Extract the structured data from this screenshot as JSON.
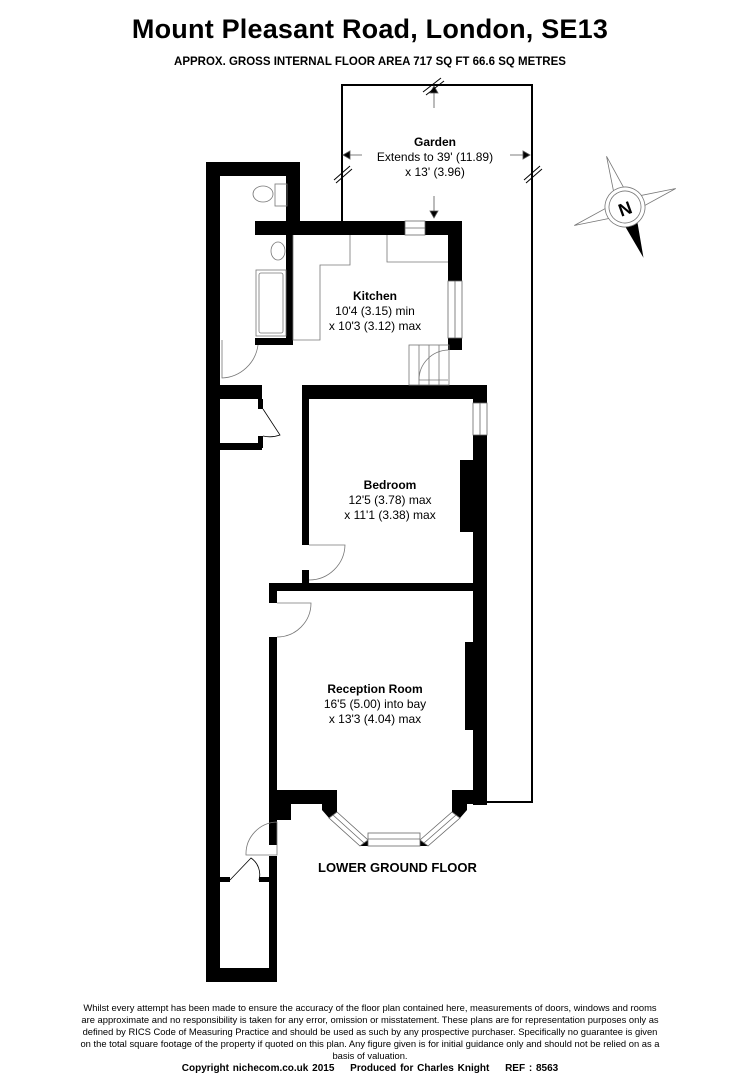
{
  "header": {
    "title": "Mount Pleasant Road, London, SE13",
    "subtitle": "APPROX. GROSS INTERNAL FLOOR AREA 717 SQ FT 66.6 SQ METRES"
  },
  "rooms": [
    {
      "name": "Garden",
      "line1": "Extends to 39' (11.89)",
      "line2": "x 13' (3.96)"
    },
    {
      "name": "Kitchen",
      "line1": "10'4 (3.15) min",
      "line2": "x 10'3 (3.12) max"
    },
    {
      "name": "Bedroom",
      "line1": "12'5 (3.78) max",
      "line2": "x 11'1 (3.38) max"
    },
    {
      "name": "Reception Room",
      "line1": "16'5 (5.00) into bay",
      "line2": "x 13'3 (4.04) max"
    }
  ],
  "floor_label": "LOWER GROUND FLOOR",
  "compass": {
    "icon": "north-compass-icon",
    "letter": "N"
  },
  "footer": {
    "disclaimer": "Whilst every attempt has been made to ensure the accuracy of the floor plan contained here, measurements of doors, windows and rooms are approximate and no responsibility is taken for any error, omission or misstatement. These plans are for representation purposes only as defined by RICS Code of Measuring Practice and should be used as such by any prospective purchaser. Specifically no guarantee is given on the total square footage of the property if quoted on this plan. Any figure given is for initial guidance only and should not be relied on as a basis of valuation.",
    "copyright": "Copyright nichecom.co.uk 2015",
    "produced_for": "Produced for Charles Knight",
    "ref": "REF : 8563"
  },
  "colors": {
    "wall": "#000000",
    "background": "#ffffff",
    "fixture_line": "#777777"
  }
}
